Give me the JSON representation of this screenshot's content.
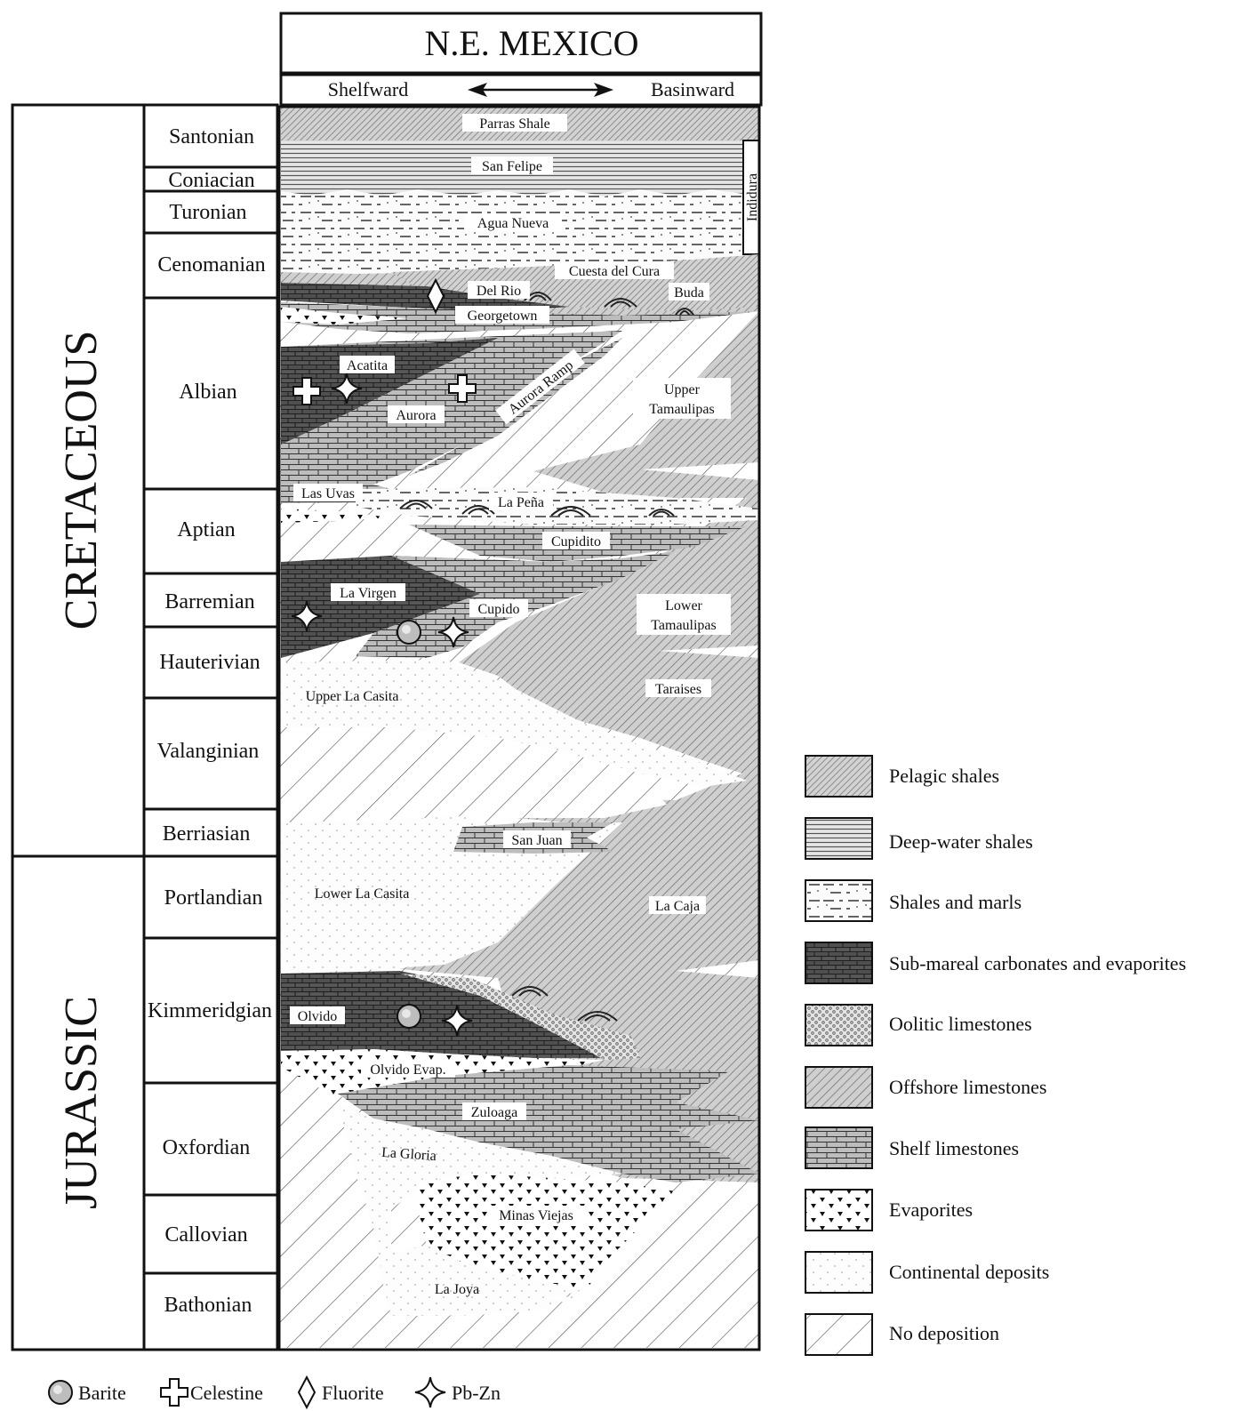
{
  "title": "N.E. MEXICO",
  "direction": {
    "left": "Shelfward",
    "right": "Basinward"
  },
  "eras": [
    "CRETACEOUS",
    "JURASSIC"
  ],
  "stages": [
    "Santonian",
    "Coniacian",
    "Turonian",
    "Cenomanian",
    "Albian",
    "Aptian",
    "Barremian",
    "Hauterivian",
    "Valanginian",
    "Berriasian",
    "Portlandian",
    "Kimmeridgian",
    "Oxfordian",
    "Callovian",
    "Bathonian"
  ],
  "units": {
    "parras": "Parras Shale",
    "sanfelipe": "San Felipe",
    "indidura": "Indidura",
    "aguanueva": "Agua Nueva",
    "cuesta": "Cuesta del Cura",
    "delrio": "Del Rio",
    "buda": "Buda",
    "georgetown": "Georgetown",
    "acatita": "Acatita",
    "aurora": "Aurora",
    "auroraramp": "Aurora Ramp",
    "upper_tam_1": "Upper",
    "upper_tam_2": "Tamaulipas",
    "lasuvas": "Las Uvas",
    "lapena": "La Peña",
    "cupidito": "Cupidito",
    "lavirgen": "La Virgen",
    "cupido": "Cupido",
    "lower_tam_1": "Lower",
    "lower_tam_2": "Tamaulipas",
    "taraises": "Taraises",
    "upperlacasita": "Upper La Casita",
    "sanjuan": "San Juan",
    "lowerlacasita": "Lower La Casita",
    "lacaja": "La Caja",
    "olvido": "Olvido",
    "olvidoevap": "Olvido Evap.",
    "zuloaga": "Zuloaga",
    "lagloria": "La Gloria",
    "minasviejas": "Minas Viejas",
    "lajoya": "La Joya"
  },
  "legend": [
    "Pelagic shales",
    "Deep-water shales",
    "Shales and marls",
    "Sub-mareal carbonates and evaporites",
    "Oolitic limestones",
    "Offshore limestones",
    "Shelf limestones",
    "Evaporites",
    "Continental deposits",
    "No deposition"
  ],
  "minerals": [
    "Barite",
    "Celestine",
    "Fluorite",
    "Pb-Zn"
  ]
}
